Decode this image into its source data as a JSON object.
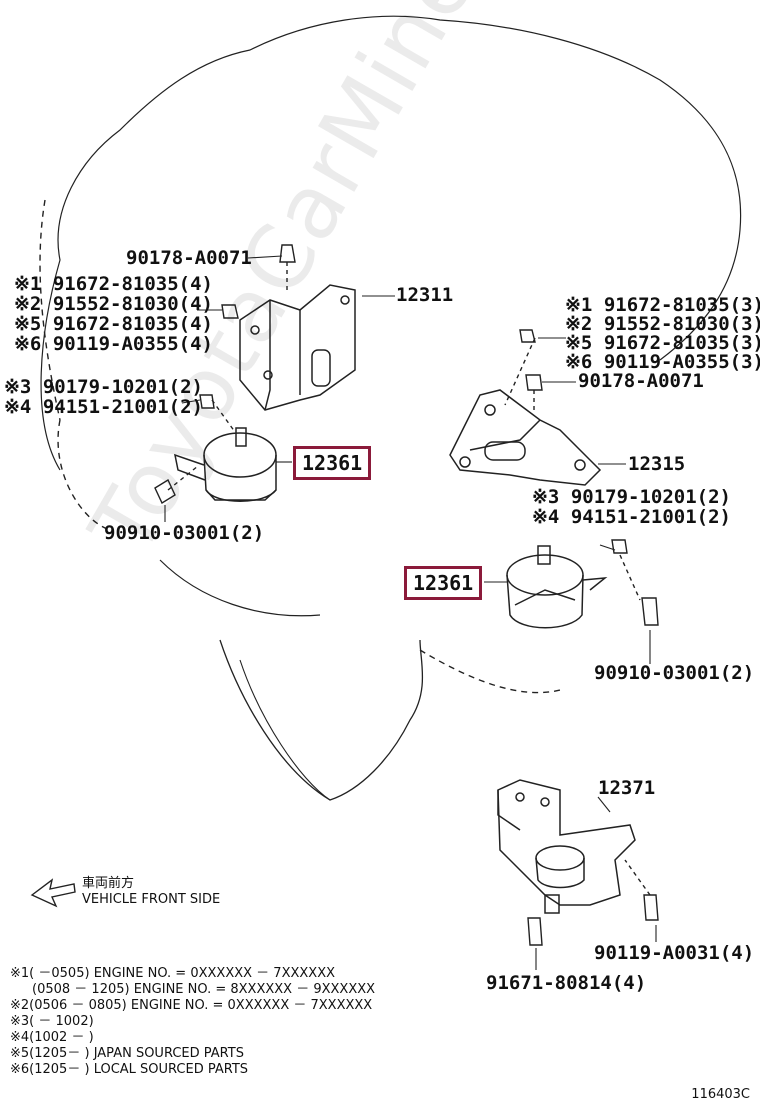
{
  "watermark": "ToyotaCarMine.ru",
  "figure_number": "116403C",
  "direction": {
    "japanese": "車両前方",
    "english": "VEHICLE FRONT SIDE"
  },
  "parts": {
    "p90178_left": "90178-A0071",
    "left_group": [
      {
        "mark": "※1",
        "code": "91672-81035(4)"
      },
      {
        "mark": "※2",
        "code": "91552-81030(4)"
      },
      {
        "mark": "※5",
        "code": "91672-81035(4)"
      },
      {
        "mark": "※6",
        "code": "90119-A0355(4)"
      }
    ],
    "p12311": "12311",
    "left_nut_group": [
      {
        "mark": "※3",
        "code": "90179-10201(2)"
      },
      {
        "mark": "※4",
        "code": "94151-21001(2)"
      }
    ],
    "p12361_left": "12361",
    "p90910_left": "90910-03001(2)",
    "right_group": [
      {
        "mark": "※1",
        "code": "91672-81035(3)"
      },
      {
        "mark": "※2",
        "code": "91552-81030(3)"
      },
      {
        "mark": "※5",
        "code": "91672-81035(3)"
      },
      {
        "mark": "※6",
        "code": "90119-A0355(3)"
      }
    ],
    "p90178_right": "90178-A0071",
    "p12315": "12315",
    "right_nut_group": [
      {
        "mark": "※3",
        "code": "90179-10201(2)"
      },
      {
        "mark": "※4",
        "code": "94151-21001(2)"
      }
    ],
    "p12361_right": "12361",
    "p90910_right": "90910-03001(2)",
    "p12371": "12371",
    "p90119": "90119-A0031(4)",
    "p91671": "91671-80814(4)"
  },
  "notes": [
    {
      "mark": "※1",
      "range": "(        －0505)",
      "text": "ENGINE NO. = 0XXXXXX － 7XXXXXX"
    },
    {
      "mark": "",
      "range": "(0508 － 1205)",
      "text": "ENGINE NO. = 8XXXXXX － 9XXXXXX"
    },
    {
      "mark": "※2",
      "range": "(0506 － 0805)",
      "text": "ENGINE NO. = 0XXXXXX － 7XXXXXX"
    },
    {
      "mark": "※3",
      "range": "(        － 1002)",
      "text": ""
    },
    {
      "mark": "※4",
      "range": "(1002 －         )",
      "text": ""
    },
    {
      "mark": "※5",
      "range": "(1205－         )",
      "text": "JAPAN SOURCED PARTS"
    },
    {
      "mark": "※6",
      "range": "(1205－         )",
      "text": "LOCAL SOURCED PARTS"
    }
  ]
}
